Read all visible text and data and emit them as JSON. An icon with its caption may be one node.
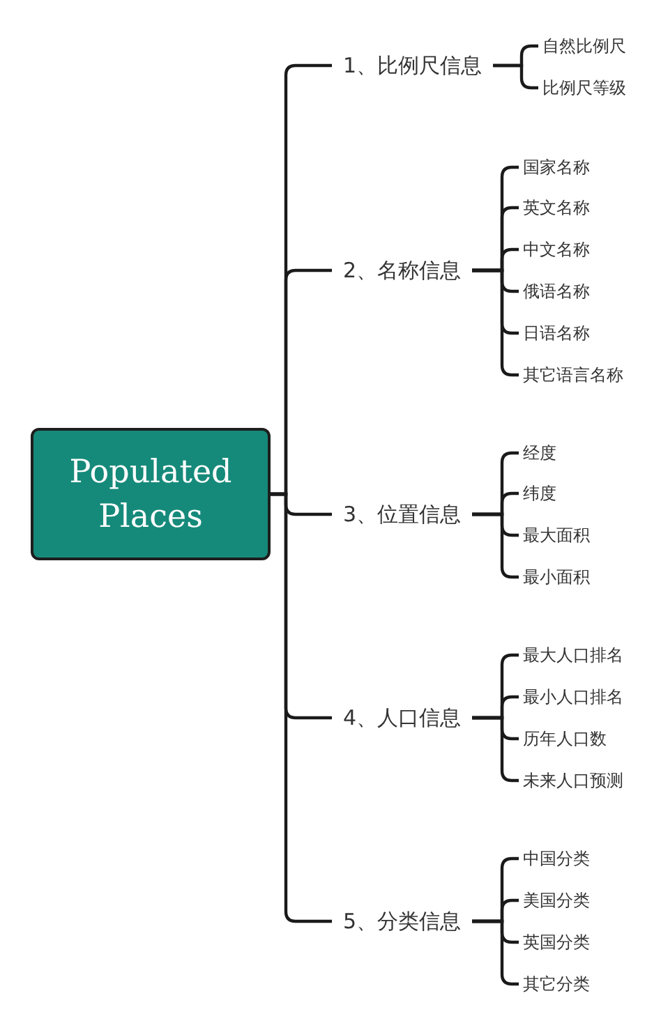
{
  "diagram": {
    "nodes": [
      {
        "text": [
          "Populated Places"
        ]
      },
      {
        "text": [
          "1、比例尺信息"
        ]
      },
      {
        "text": [
          "自然比例尺"
        ]
      },
      {
        "text": [
          "比例尺等级"
        ]
      },
      {
        "text": [
          "2、名称信息"
        ]
      },
      {
        "text": [
          "国家名称"
        ]
      },
      {
        "text": [
          "英文名称"
        ]
      },
      {
        "text": [
          "中文名称"
        ]
      },
      {
        "text": [
          "俄语名称"
        ]
      },
      {
        "text": [
          "日语名称"
        ]
      },
      {
        "text": [
          "其它语言名称"
        ]
      },
      {
        "text": [
          "3、位置信息"
        ]
      },
      {
        "text": [
          "经度"
        ]
      },
      {
        "text": [
          "纬度"
        ]
      },
      {
        "text": [
          "最大面积"
        ]
      },
      {
        "text": [
          "最小面积"
        ]
      },
      {
        "text": [
          "4、人口信息"
        ]
      },
      {
        "text": [
          "最大人口排名"
        ]
      },
      {
        "text": [
          "最小人口排名"
        ]
      },
      {
        "text": [
          "历年人口数"
        ]
      },
      {
        "text": [
          "未来人口预测"
        ]
      },
      {
        "text": [
          "5、分类信息"
        ]
      },
      {
        "text": [
          "中国分类"
        ]
      },
      {
        "text": [
          "美国分类"
        ]
      },
      {
        "text": [
          "英国分类"
        ]
      },
      {
        "text": [
          "其它分类"
        ]
      }
    ],
    "edges": [
      {
        "from": 0,
        "to": 1,
        "arrow": "none"
      },
      {
        "from": 0,
        "to": 4,
        "arrow": "none"
      },
      {
        "from": 0,
        "to": 11,
        "arrow": "none"
      },
      {
        "from": 0,
        "to": 16,
        "arrow": "none"
      },
      {
        "from": 0,
        "to": 21,
        "arrow": "none"
      },
      {
        "from": 1,
        "to": 2,
        "arrow": "none"
      },
      {
        "from": 1,
        "to": 3,
        "arrow": "none"
      },
      {
        "from": 4,
        "to": 5,
        "arrow": "none"
      },
      {
        "from": 4,
        "to": 6,
        "arrow": "none"
      },
      {
        "from": 4,
        "to": 7,
        "arrow": "none"
      },
      {
        "from": 4,
        "to": 8,
        "arrow": "none"
      },
      {
        "from": 4,
        "to": 9,
        "arrow": "none"
      },
      {
        "from": 4,
        "to": 10,
        "arrow": "none"
      },
      {
        "from": 11,
        "to": 12,
        "arrow": "none"
      },
      {
        "from": 11,
        "to": 13,
        "arrow": "none"
      },
      {
        "from": 11,
        "to": 14,
        "arrow": "none"
      },
      {
        "from": 11,
        "to": 15,
        "arrow": "none"
      },
      {
        "from": 16,
        "to": 17,
        "arrow": "none"
      },
      {
        "from": 16,
        "to": 18,
        "arrow": "none"
      },
      {
        "from": 16,
        "to": 19,
        "arrow": "none"
      },
      {
        "from": 16,
        "to": 20,
        "arrow": "none"
      },
      {
        "from": 21,
        "to": 22,
        "arrow": "none"
      },
      {
        "from": 21,
        "to": 23,
        "arrow": "none"
      },
      {
        "from": 21,
        "to": 24,
        "arrow": "none"
      },
      {
        "from": 21,
        "to": 25,
        "arrow": "none"
      }
    ]
  }
}
